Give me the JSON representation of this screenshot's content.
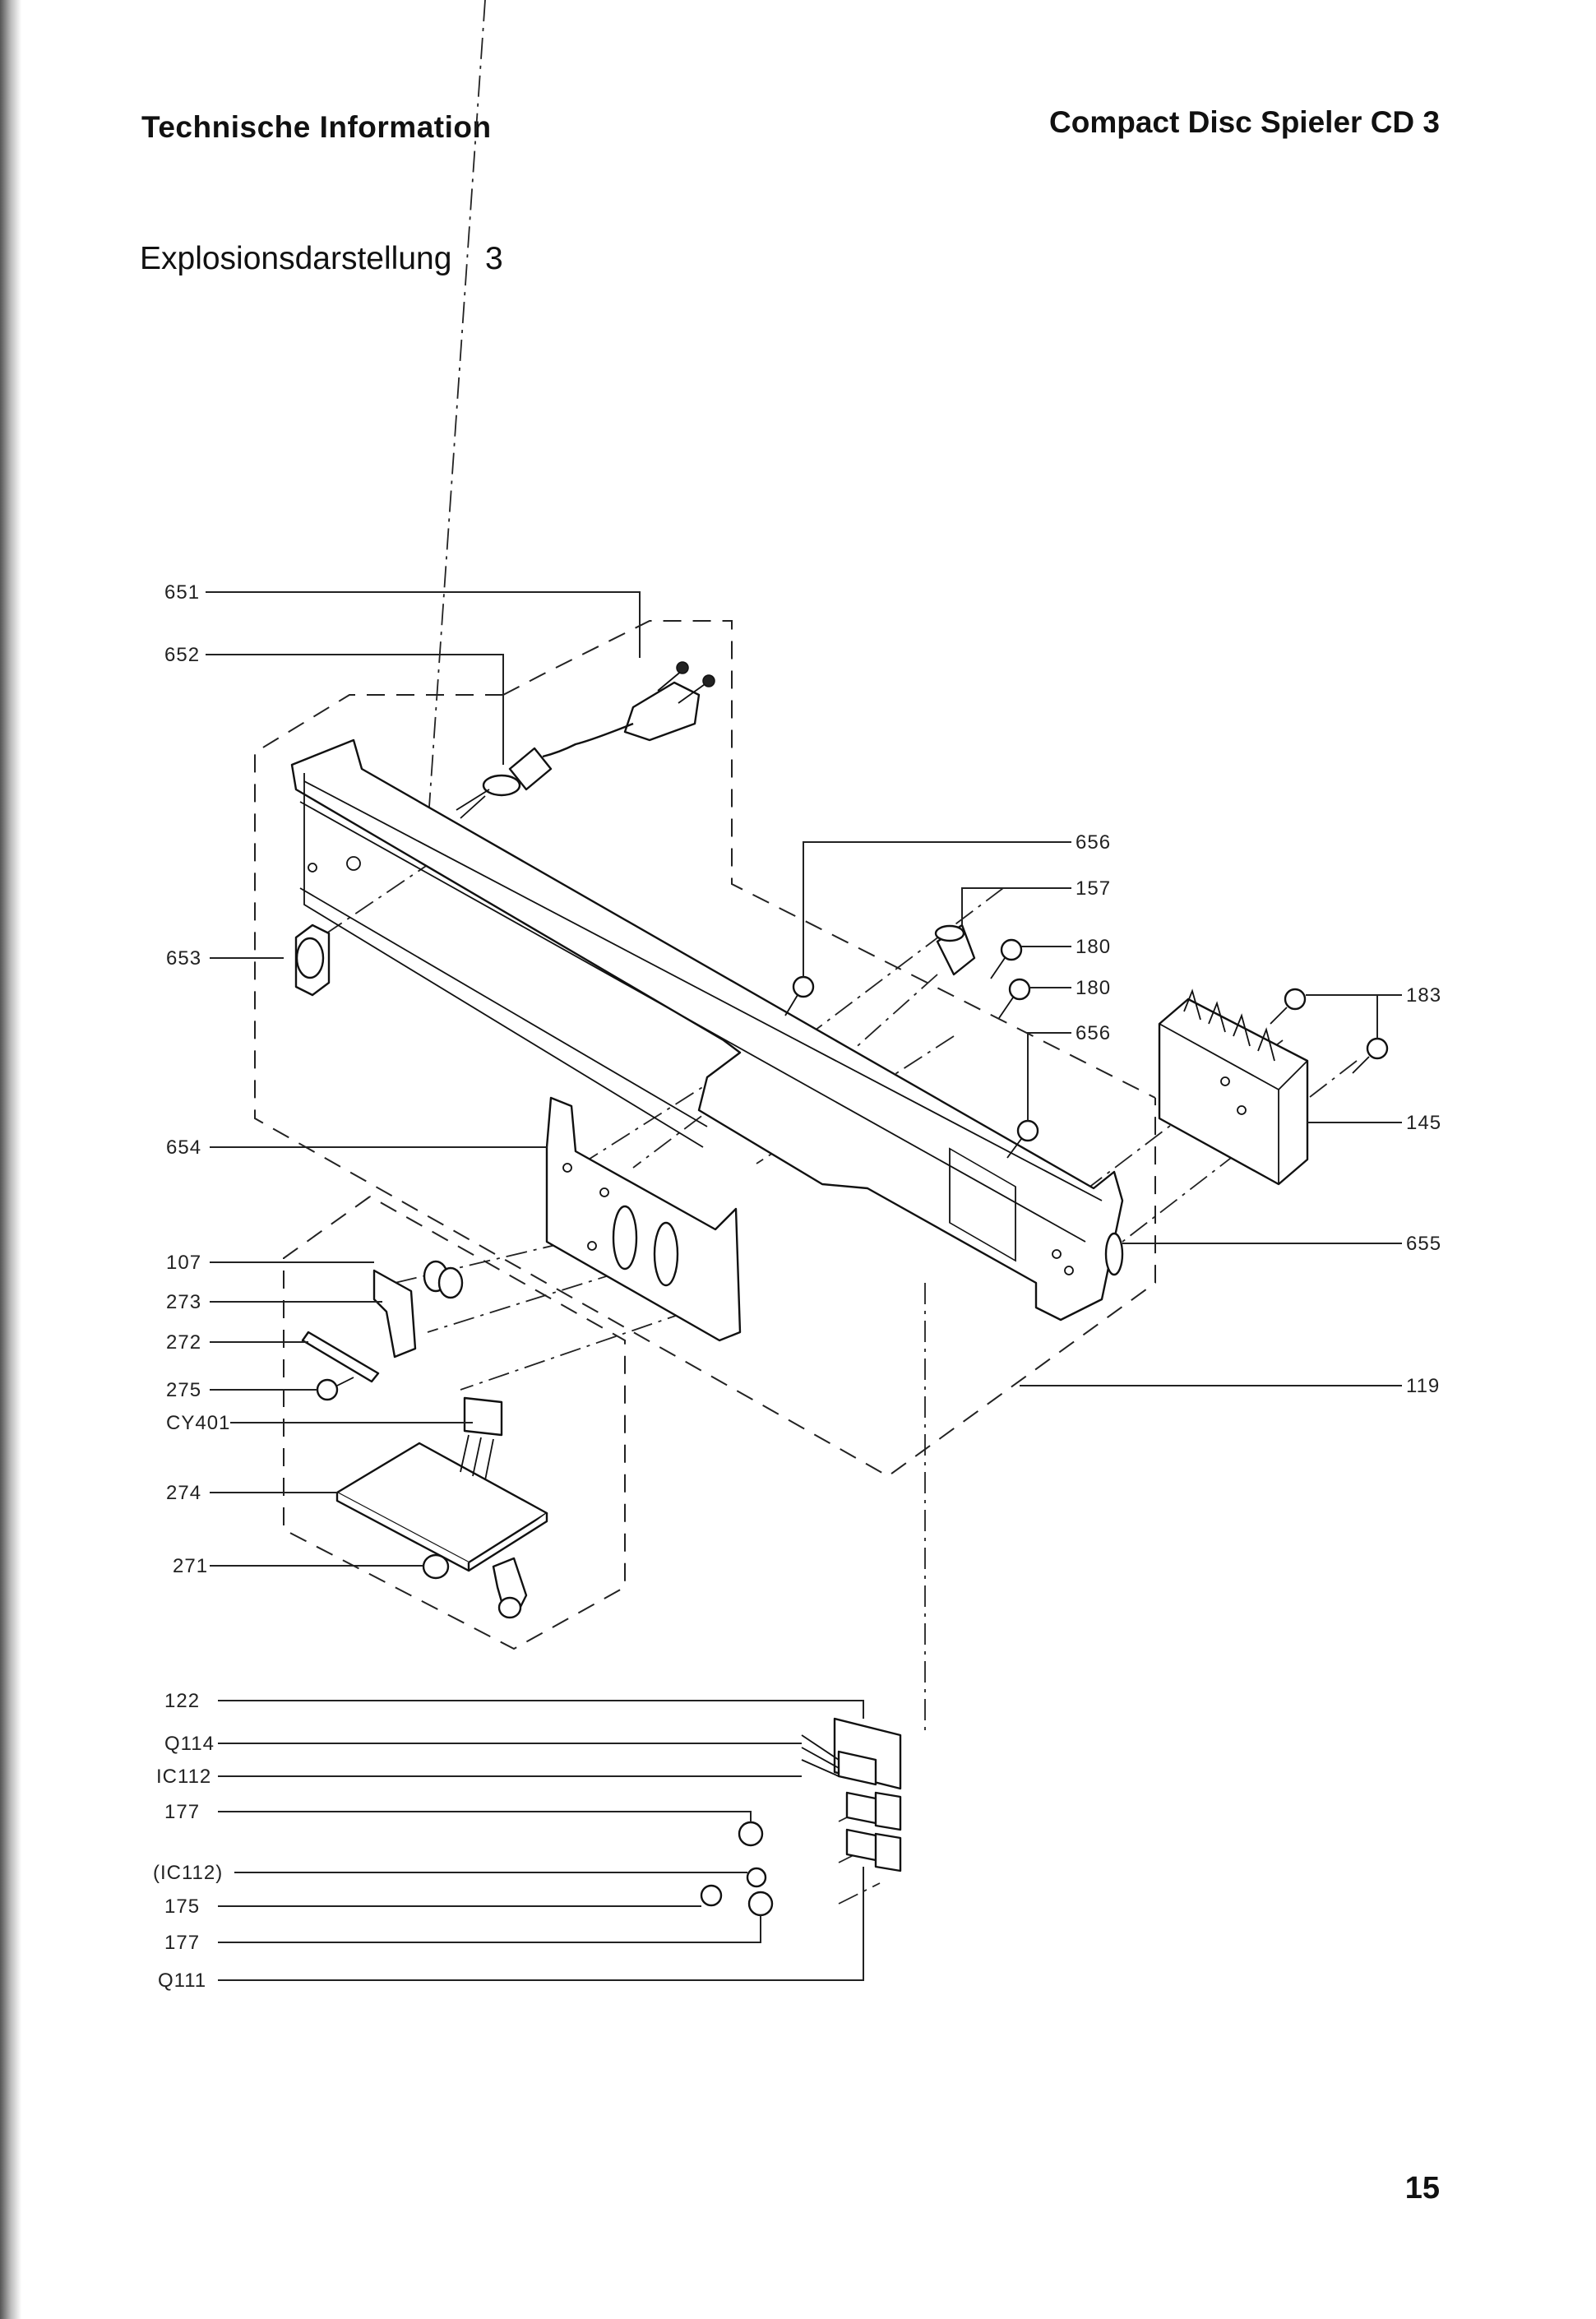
{
  "header": {
    "left": "Technische Information",
    "right": "Compact Disc Spieler CD 3"
  },
  "section": {
    "title": "Explosionsdarstellung",
    "number": "3"
  },
  "page_number": "15",
  "callouts": {
    "c651": "651",
    "c652": "652",
    "c653": "653",
    "c654": "654",
    "c107": "107",
    "c273": "273",
    "c272": "272",
    "c275": "275",
    "cCY401": "CY401",
    "c274": "274",
    "c271": "271",
    "c656a": "656",
    "c157": "157",
    "c180a": "180",
    "c180b": "180",
    "c656b": "656",
    "c183": "183",
    "c145": "145",
    "c655": "655",
    "c119": "119",
    "c122": "122",
    "cQ114": "Q114",
    "cIC112": "IC112",
    "c177a": "177",
    "cIC112p": "(IC112)",
    "c175": "175",
    "c177b": "177",
    "cQ111": "Q111"
  }
}
